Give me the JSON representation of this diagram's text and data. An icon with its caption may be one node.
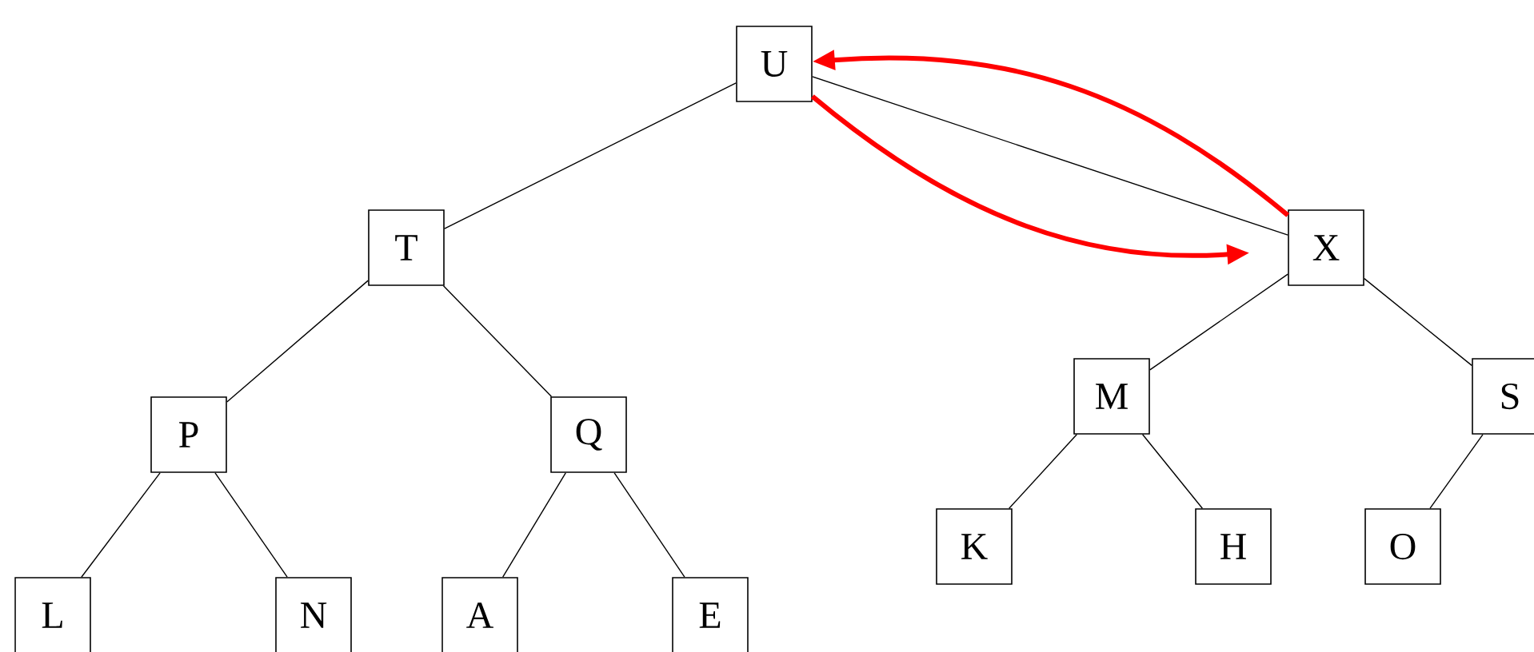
{
  "diagram": {
    "nodes": [
      {
        "text": [
          "U"
        ]
      },
      {
        "text": [
          "T"
        ]
      },
      {
        "text": [
          "X"
        ]
      },
      {
        "text": [
          "P"
        ]
      },
      {
        "text": [
          "Q"
        ]
      },
      {
        "text": [
          "M"
        ]
      },
      {
        "text": [
          "S"
        ]
      },
      {
        "text": [
          "L"
        ]
      },
      {
        "text": [
          "N"
        ]
      },
      {
        "text": [
          "A"
        ]
      },
      {
        "text": [
          "E"
        ]
      },
      {
        "text": [
          "K"
        ]
      },
      {
        "text": [
          "H"
        ]
      },
      {
        "text": [
          "O"
        ]
      }
    ],
    "edges": [
      {
        "from": 0,
        "to": 1,
        "arrow": "none"
      },
      {
        "from": 0,
        "to": 2,
        "arrow": "none"
      },
      {
        "from": 1,
        "to": 3,
        "arrow": "none"
      },
      {
        "from": 1,
        "to": 4,
        "arrow": "none"
      },
      {
        "from": 3,
        "to": 7,
        "arrow": "none"
      },
      {
        "from": 3,
        "to": 8,
        "arrow": "none"
      },
      {
        "from": 4,
        "to": 9,
        "arrow": "none"
      },
      {
        "from": 4,
        "to": 10,
        "arrow": "none"
      },
      {
        "from": 2,
        "to": 5,
        "arrow": "none"
      },
      {
        "from": 2,
        "to": 6,
        "arrow": "none"
      },
      {
        "from": 5,
        "to": 11,
        "arrow": "none"
      },
      {
        "from": 5,
        "to": 12,
        "arrow": "none"
      },
      {
        "from": 6,
        "to": 13,
        "arrow": "none"
      },
      {
        "from": 2,
        "to": 0,
        "arrow": "to",
        "style": "thick",
        "color": "#ff0000"
      },
      {
        "from": 0,
        "to": 2,
        "arrow": "to",
        "style": "thick",
        "color": "#ff0000"
      }
    ]
  }
}
